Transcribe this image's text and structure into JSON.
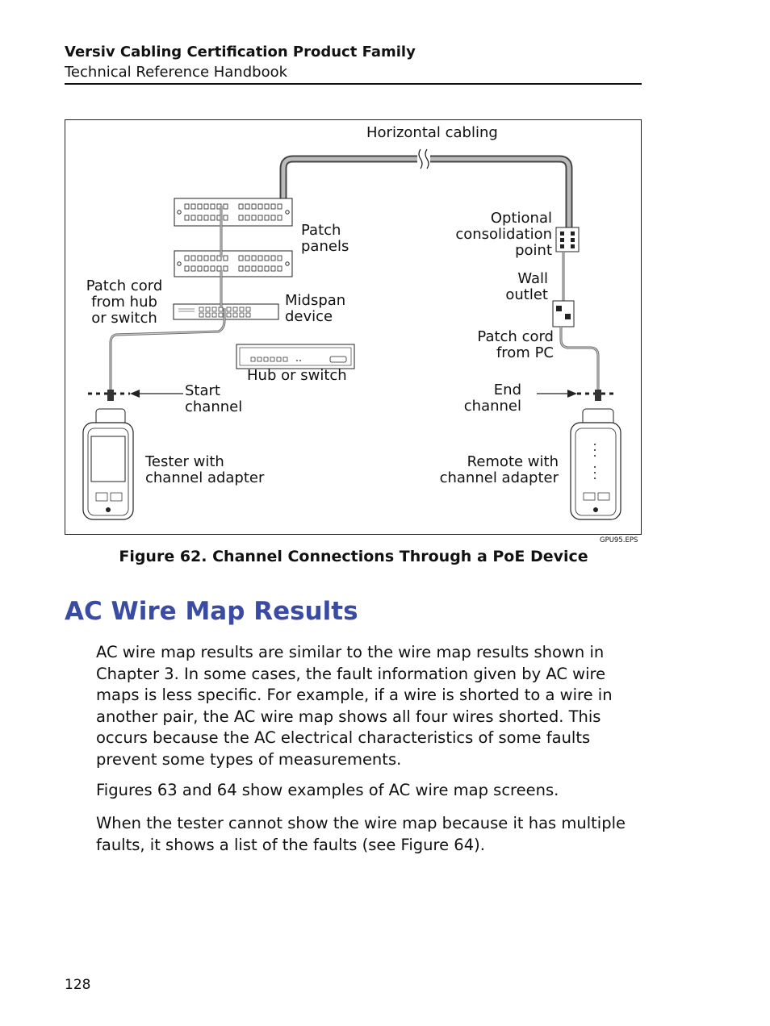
{
  "header": {
    "title": "Versiv Cabling Certification Product Family",
    "subtitle": "Technical Reference Handbook"
  },
  "figure": {
    "labels": {
      "horizontal_cabling": "Horizontal cabling",
      "patch_panels_1": "Patch",
      "patch_panels_2": "panels",
      "optional_cp_1": "Optional",
      "optional_cp_2": "consolidation",
      "optional_cp_3": "point",
      "patch_cord_hub_1": "Patch cord",
      "patch_cord_hub_2": "from hub",
      "patch_cord_hub_3": "or switch",
      "midspan_1": "Midspan",
      "midspan_2": "device",
      "wall_outlet_1": "Wall",
      "wall_outlet_2": "outlet",
      "patch_cord_pc_1": "Patch cord",
      "patch_cord_pc_2": "from PC",
      "hub_switch": "Hub or switch",
      "start_channel_1": "Start",
      "start_channel_2": "channel",
      "end_channel_1": "End",
      "end_channel_2": "channel",
      "tester_1": "Tester with",
      "tester_2": "channel adapter",
      "remote_1": "Remote with",
      "remote_2": "channel adapter"
    },
    "file_id": "GPU95.EPS",
    "caption": "Figure 62. Channel Connections Through a PoE Device"
  },
  "section": {
    "title": "AC Wire Map Results",
    "paragraphs": [
      "AC wire map results are similar to the wire map results shown in Chapter 3. In some cases, the fault information given by AC wire maps is less specific. For example, if a wire is shorted to a wire in another pair, the AC wire map shows all four wires shorted. This occurs because the AC electrical characteristics of some faults prevent some types of measurements.",
      "Figures 63 and 64 show examples of AC wire map screens.",
      "When the tester cannot show the wire map because it has multiple faults, it shows a list of the faults (see Figure 64)."
    ]
  },
  "page_number": "128"
}
